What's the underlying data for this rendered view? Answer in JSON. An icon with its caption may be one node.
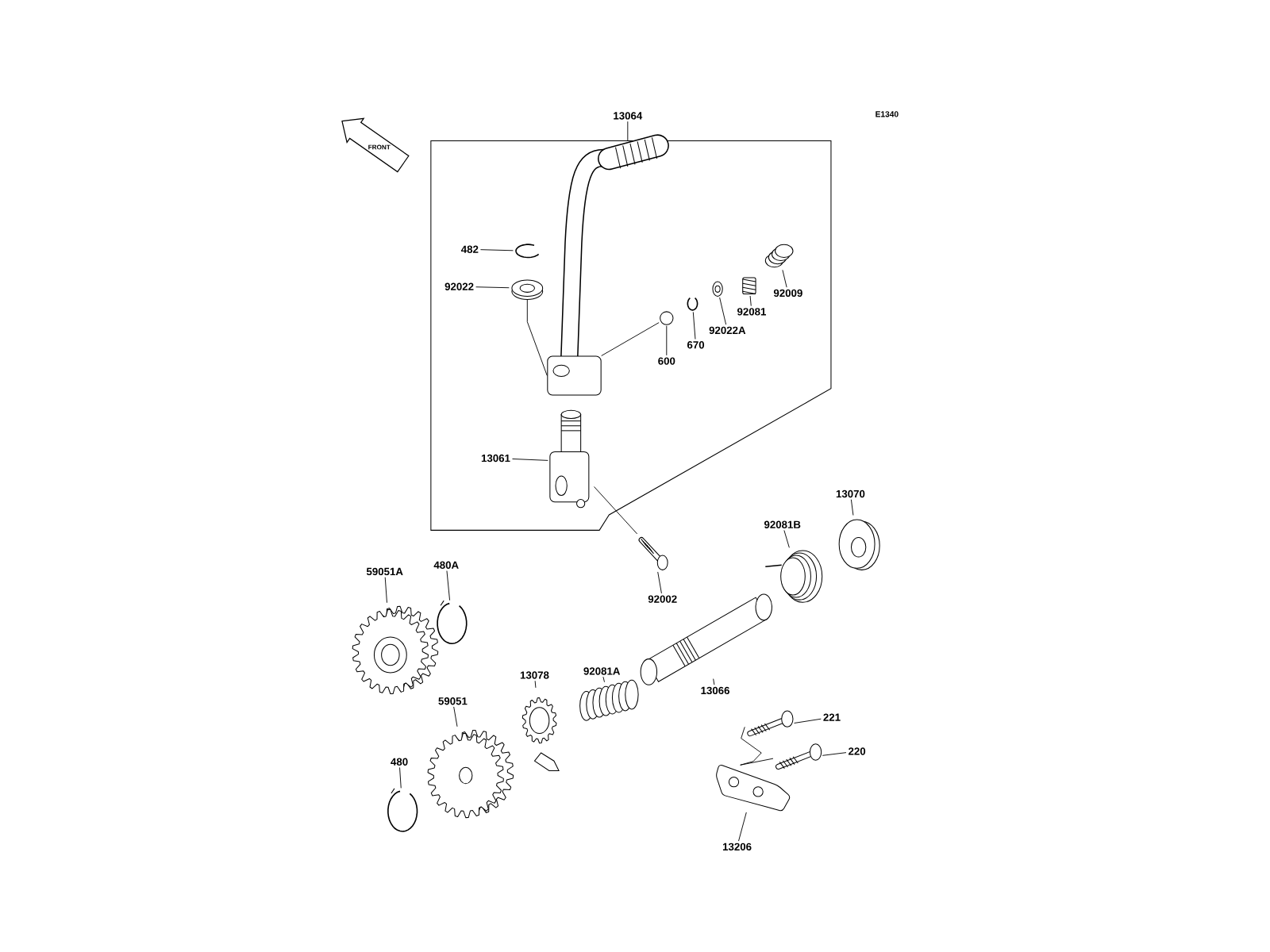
{
  "diagram": {
    "nodes": [
      {
        "text": [
          "13064"
        ]
      },
      {
        "text": [],
        "shape": "box"
      },
      {
        "text": [],
        "shape": "picture",
        "in": 1
      },
      {
        "text": [
          "482"
        ],
        "in": 1
      },
      {
        "text": [],
        "shape": "picture",
        "in": 1
      },
      {
        "text": [
          "92022"
        ],
        "in": 1
      },
      {
        "text": [],
        "shape": "picture",
        "in": 1
      },
      {
        "text": [
          "92009"
        ],
        "in": 1
      },
      {
        "text": [],
        "shape": "picture",
        "in": 1
      },
      {
        "text": [
          "92081"
        ],
        "in": 1
      },
      {
        "text": [],
        "shape": "picture",
        "in": 1
      },
      {
        "text": [
          "92022A"
        ],
        "in": 1
      },
      {
        "text": [],
        "shape": "picture",
        "in": 1
      },
      {
        "text": [
          "670"
        ],
        "in": 1
      },
      {
        "text": [],
        "shape": "picture",
        "in": 1
      },
      {
        "text": [
          "600"
        ],
        "in": 1
      },
      {
        "text": [],
        "shape": "circle",
        "in": 1
      },
      {
        "text": [
          "13061"
        ],
        "in": 1
      },
      {
        "text": [],
        "shape": "picture",
        "in": 1
      },
      {
        "text": [
          "92002"
        ]
      },
      {
        "text": [],
        "shape": "picture"
      },
      {
        "text": [
          "92081B"
        ]
      },
      {
        "text": [],
        "shape": "picture"
      },
      {
        "text": [
          "13070"
        ]
      },
      {
        "text": [],
        "shape": "picture"
      },
      {
        "text": [
          "59051A"
        ]
      },
      {
        "text": [],
        "shape": "picture"
      },
      {
        "text": [
          "480A"
        ]
      },
      {
        "text": [],
        "shape": "picture"
      },
      {
        "text": [
          "13066"
        ]
      },
      {
        "text": [],
        "shape": "picture"
      },
      {
        "text": [
          "92081A"
        ]
      },
      {
        "text": [],
        "shape": "picture"
      },
      {
        "text": [
          "13078"
        ]
      },
      {
        "text": [],
        "shape": "picture"
      },
      {
        "text": [
          "59051"
        ]
      },
      {
        "text": [],
        "shape": "picture"
      },
      {
        "text": [
          "480"
        ]
      },
      {
        "text": [],
        "shape": "picture"
      },
      {
        "text": [
          "221"
        ]
      },
      {
        "text": [],
        "shape": "picture"
      },
      {
        "text": [
          "220"
        ]
      },
      {
        "text": [],
        "shape": "picture"
      },
      {
        "text": [
          "13206"
        ]
      },
      {
        "text": [],
        "shape": "picture"
      }
    ],
    "edges": [
      {
        "from": 0,
        "to": 1,
        "arrow": "none"
      },
      {
        "from": 3,
        "to": 4,
        "arrow": "none"
      },
      {
        "from": 5,
        "to": 6,
        "arrow": "none"
      },
      {
        "from": 7,
        "to": 8,
        "arrow": "none"
      },
      {
        "from": 9,
        "to": 10,
        "arrow": "none"
      },
      {
        "from": 11,
        "to": 12,
        "arrow": "none"
      },
      {
        "from": 13,
        "to": 14,
        "arrow": "none"
      },
      {
        "from": 15,
        "to": 16,
        "arrow": "none"
      },
      {
        "from": 17,
        "to": 18,
        "arrow": "none"
      },
      {
        "from": 19,
        "to": 20,
        "arrow": "none"
      },
      {
        "from": 21,
        "to": 22,
        "arrow": "none"
      },
      {
        "from": 23,
        "to": 24,
        "arrow": "none"
      },
      {
        "from": 25,
        "to": 26,
        "arrow": "none"
      },
      {
        "from": 27,
        "to": 28,
        "arrow": "none"
      },
      {
        "from": 29,
        "to": 30,
        "arrow": "none"
      },
      {
        "from": 31,
        "to": 32,
        "arrow": "none"
      },
      {
        "from": 33,
        "to": 34,
        "arrow": "none"
      },
      {
        "from": 35,
        "to": 36,
        "arrow": "none"
      },
      {
        "from": 37,
        "to": 38,
        "arrow": "none"
      },
      {
        "from": 39,
        "to": 40,
        "arrow": "none"
      },
      {
        "from": 41,
        "to": 42,
        "arrow": "none"
      },
      {
        "from": 43,
        "to": 44,
        "arrow": "none"
      },
      {
        "from": 6,
        "to": 2,
        "arrow": "none"
      },
      {
        "from": 2,
        "to": 16,
        "arrow": "none"
      },
      {
        "from": 18,
        "to": 20,
        "arrow": "none"
      },
      {
        "from": 40,
        "to": 44,
        "arrow": "none"
      },
      {
        "from": 42,
        "to": 44,
        "arrow": "none"
      }
    ],
    "labels": [
      "E1340",
      "FRONT"
    ]
  }
}
